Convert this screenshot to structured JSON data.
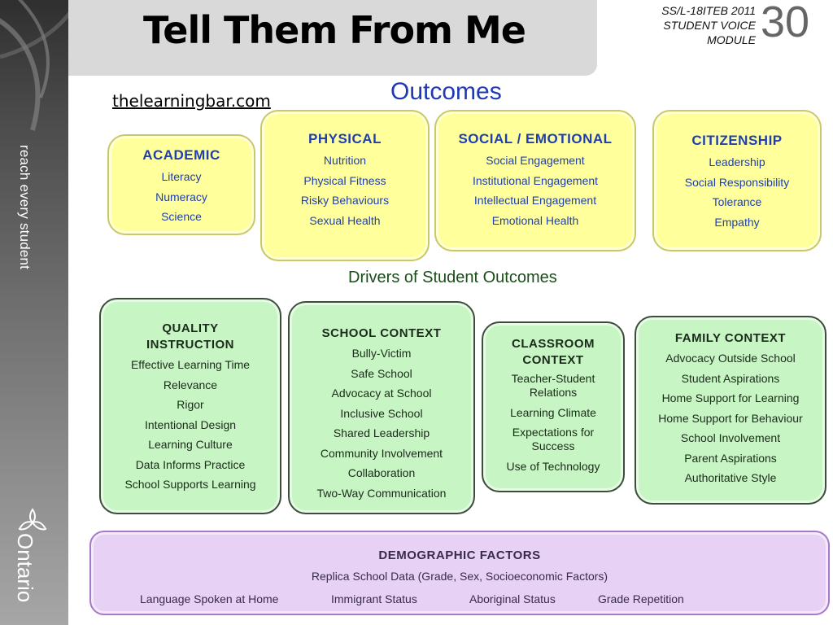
{
  "sideband": {
    "tagline": "reach every student",
    "logo_text": "Ontario",
    "logo_icon": "trillium-icon"
  },
  "header": {
    "title": "Tell Them From Me",
    "meta_line1": "SS/L-18ITEB  2011",
    "meta_line2": "STUDENT VOICE",
    "meta_line3": "MODULE",
    "page_number": "30"
  },
  "link": "thelearningbar.com",
  "outcomes_heading": "Outcomes",
  "drivers_heading": "Drivers of Student Outcomes",
  "outcomes": [
    {
      "title": "ACADEMIC",
      "items": [
        "Literacy",
        "Numeracy",
        "Science"
      ]
    },
    {
      "title": "PHYSICAL",
      "items": [
        "Nutrition",
        "Physical Fitness",
        "Risky Behaviours",
        "Sexual Health"
      ]
    },
    {
      "title": "SOCIAL / EMOTIONAL",
      "items": [
        "Social Engagement",
        "Institutional Engagement",
        "Intellectual Engagement",
        "Emotional Health"
      ]
    },
    {
      "title": "CITIZENSHIP",
      "items": [
        "Leadership",
        "Social Responsibility",
        "Tolerance",
        "Empathy"
      ]
    }
  ],
  "drivers": [
    {
      "title_line1": "QUALITY",
      "title_line2": "INSTRUCTION",
      "items": [
        "Effective Learning Time",
        "Relevance",
        "Rigor",
        "Intentional Design",
        "Learning Culture",
        "Data Informs Practice",
        "School Supports Learning"
      ]
    },
    {
      "title_line1": "SCHOOL CONTEXT",
      "items": [
        "Bully-Victim",
        "Safe School",
        "Advocacy at School",
        "Inclusive School",
        "Shared Leadership",
        "Community Involvement",
        "Collaboration",
        "Two-Way Communication"
      ]
    },
    {
      "title_line1": "CLASSROOM",
      "title_line2": "CONTEXT",
      "items": [
        "Teacher-Student",
        "Relations",
        "Learning Climate",
        "Expectations for",
        "Success",
        "Use of Technology"
      ]
    },
    {
      "title_line1": "FAMILY CONTEXT",
      "items": [
        "Advocacy Outside School",
        "Student Aspirations",
        "Home Support for Learning",
        "Home Support for Behaviour",
        "School Involvement",
        "Parent Aspirations",
        "Authoritative Style"
      ]
    }
  ],
  "demographics": {
    "title": "DEMOGRAPHIC FACTORS",
    "subtitle": "Replica School Data (Grade, Sex, Socioeconomic Factors)",
    "factors": [
      "Language Spoken at Home",
      "Immigrant Status",
      "Aboriginal Status",
      "Grade Repetition"
    ]
  }
}
